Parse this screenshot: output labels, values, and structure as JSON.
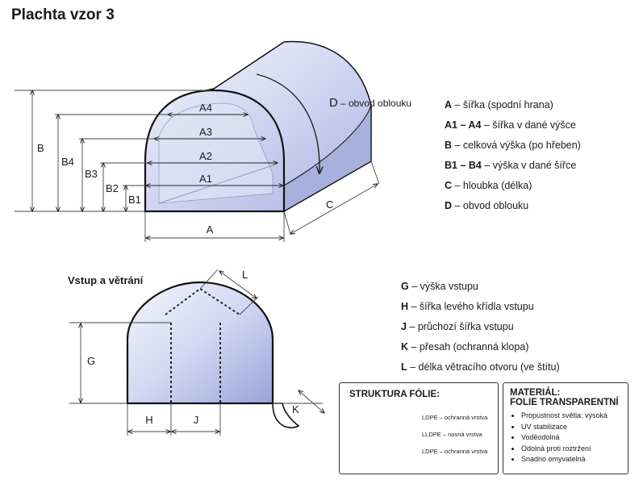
{
  "title": "Plachta vzor 3",
  "section_title": "Vstup a větrání",
  "dims_top": {
    "A": "A",
    "A1": "A1",
    "A2": "A2",
    "A3": "A3",
    "A4": "A4",
    "B": "B",
    "B1": "B1",
    "B2": "B2",
    "B3": "B3",
    "B4": "B4",
    "C": "C",
    "D": "D",
    "D_text": "– obvod oblouku"
  },
  "dims_bottom": {
    "G": "G",
    "H": "H",
    "J": "J",
    "K": "K",
    "L": "L"
  },
  "legend_top": [
    {
      "key": "A",
      "text": " –  šířka (spodní hrana)"
    },
    {
      "key": "A1 – A4",
      "text": " – šířka v dané výšce"
    },
    {
      "key": "B",
      "text": " –  celková výška (po hřeben)"
    },
    {
      "key": "B1 – B4",
      "text": " – výška v dané šířce"
    },
    {
      "key": "C",
      "text": " –  hloubka (délka)"
    },
    {
      "key": "D",
      "text": " –  obvod oblouku"
    }
  ],
  "legend_bottom": [
    {
      "key": "G",
      "text": " – výška vstupu"
    },
    {
      "key": "H",
      "text": " – šířka levého křídla vstupu"
    },
    {
      "key": "J",
      "text": " – průchozí šířka vstupu"
    },
    {
      "key": "K",
      "text": " – přesah (ochranná klopa)"
    },
    {
      "key": "L",
      "text": " – délka větracího otvoru (ve štítu)"
    }
  ],
  "structure_box": {
    "title": "STRUKTURA FÓLIE:",
    "layers": [
      "LDPE – ochranná vrstva",
      "LLDPE – nosná vrstva",
      "LDPE – ochranná vrstva"
    ]
  },
  "material_box": {
    "title_line1": "MATERIÁL:",
    "title_line2": "FOLIE TRANSPARENTNÍ",
    "items": [
      "Propustnost světla: vysoká",
      "UV stabilizace",
      "Voděodolná",
      "Odolná proti roztržení",
      "Snadno omyvatelná"
    ]
  },
  "colors": {
    "foil_light": "#eef1fb",
    "foil_mid": "#c9d0ef",
    "foil_dark": "#8f9ad3",
    "outline": "#111111"
  }
}
